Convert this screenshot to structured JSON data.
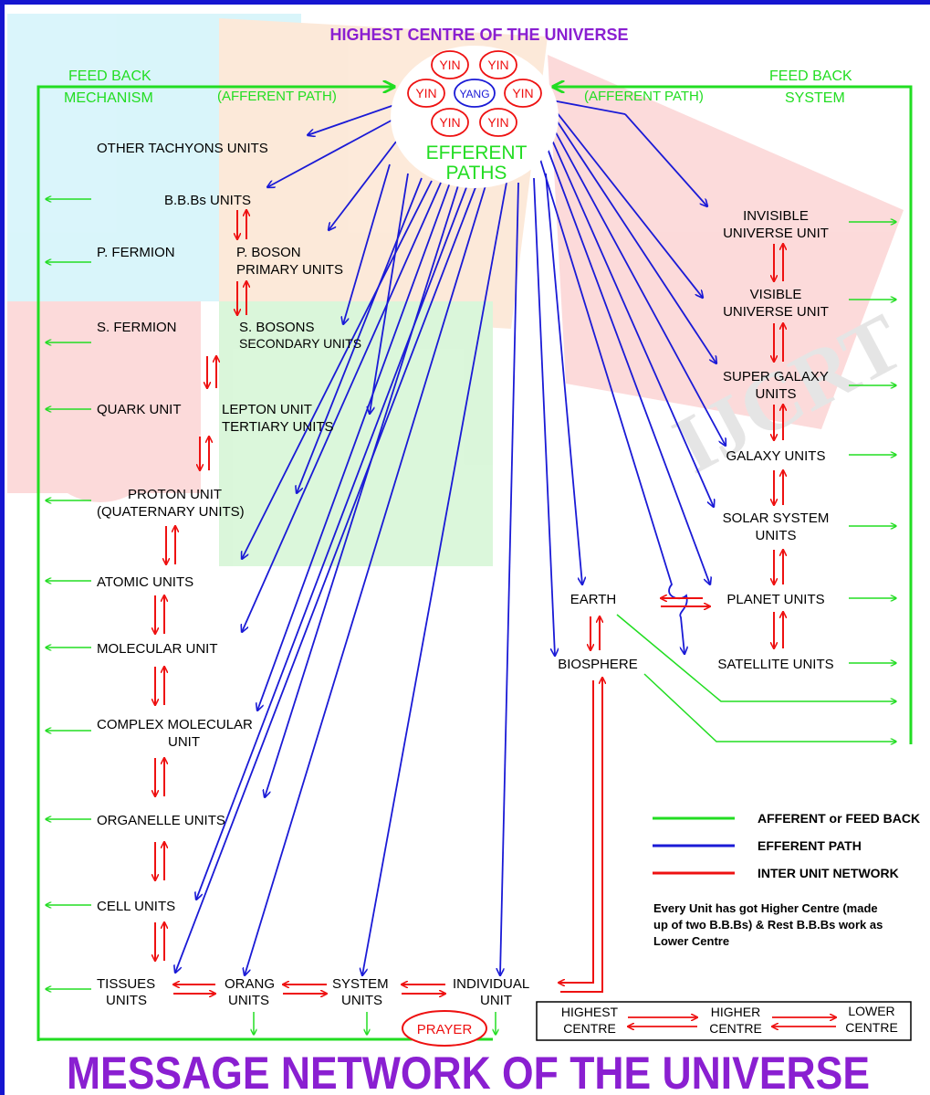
{
  "title": "MESSAGE NETWORK OF THE UNIVERSE",
  "top_heading": "HIGHEST CENTRE OF THE UNIVERSE",
  "centre": {
    "yin": "YIN",
    "yang": "YANG",
    "efferent_line1": "EFFERENT",
    "efferent_line2": "PATHS"
  },
  "left_header": {
    "line1": "FEED BACK",
    "line2": "MECHANISM",
    "afferent": "(AFFERENT PATH)"
  },
  "right_header": {
    "line1": "FEED BACK",
    "line2": "SYSTEM",
    "afferent": "(AFFERENT PATH)"
  },
  "labels": {
    "other_tachyons": "OTHER TACHYONS UNITS",
    "bbbs": "B.B.Bs UNITS",
    "p_fermion": "P. FERMION",
    "p_boson_1": "P. BOSON",
    "p_boson_2": "PRIMARY UNITS",
    "s_fermion": "S. FERMION",
    "s_bosons_1": "S. BOSONS",
    "s_bosons_2": "SECONDARY UNITS",
    "quark": "QUARK UNIT",
    "lepton_1": "LEPTON UNIT",
    "lepton_2": "TERTIARY UNITS",
    "proton_1": "PROTON UNIT",
    "proton_2": "(QUATERNARY UNITS)",
    "atomic": "ATOMIC UNITS",
    "molecular": "MOLECULAR UNIT",
    "complex_1": "COMPLEX MOLECULAR",
    "complex_2": "UNIT",
    "organelle": "ORGANELLE UNITS",
    "cell": "CELL UNITS",
    "tissues_1": "TISSUES",
    "tissues_2": "UNITS",
    "orang_1": "ORANG",
    "orang_2": "UNITS",
    "system_1": "SYSTEM",
    "system_2": "UNITS",
    "individual_1": "INDIVIDUAL",
    "individual_2": "UNIT",
    "prayer": "PRAYER",
    "invisible_1": "INVISIBLE",
    "invisible_2": "UNIVERSE UNIT",
    "visible_1": "VISIBLE",
    "visible_2": "UNIVERSE UNIT",
    "super_galaxy_1": "SUPER GALAXY",
    "super_galaxy_2": "UNITS",
    "galaxy": "GALAXY UNITS",
    "solar_1": "SOLAR SYSTEM",
    "solar_2": "UNITS",
    "planet": "PLANET UNITS",
    "satellite": "SATELLITE UNITS",
    "earth": "EARTH",
    "biosphere": "BIOSPHERE"
  },
  "legend": {
    "afferent": "AFFERENT or FEED BACK",
    "efferent": "EFFERENT PATH",
    "inter": "INTER UNIT NETWORK",
    "note_1": "Every Unit has got  Higher Centre  (made",
    "note_2": "up of two B.B.Bs) & Rest B.B.Bs work as",
    "note_3": "Lower Centre"
  },
  "centres_box": {
    "highest_1": "HIGHEST",
    "highest_2": "CENTRE",
    "higher_1": "HIGHER",
    "higher_2": "CENTRE",
    "lower_1": "LOWER",
    "lower_2": "CENTRE"
  },
  "colors": {
    "green": "#22dd22",
    "blue": "#1a1ad6",
    "red": "#ee1111",
    "purple": "#8a1fd1",
    "frame_blue": "#1515d0"
  }
}
